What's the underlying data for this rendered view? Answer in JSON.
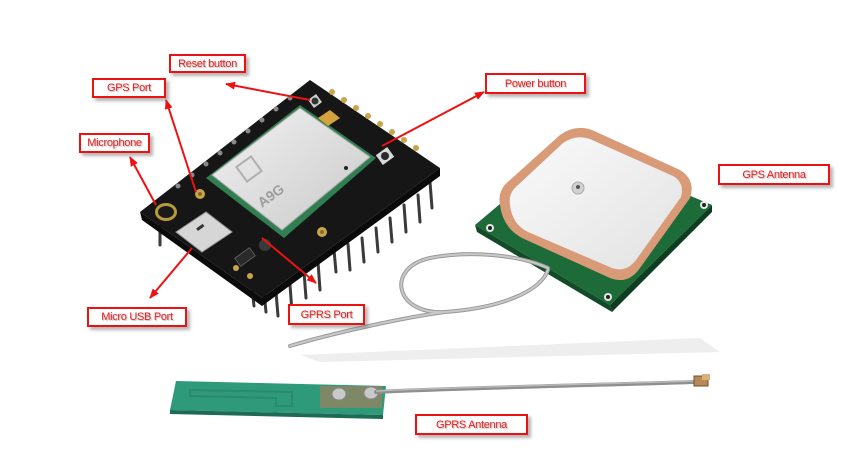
{
  "figure": {
    "subject": "A9G GPRS/GPS development board with antennas",
    "module_marking": "A9G",
    "accent_color": "#ee1111"
  },
  "labels": [
    {
      "id": "reset",
      "text": "Reset button"
    },
    {
      "id": "gps_port",
      "text": "GPS Port"
    },
    {
      "id": "microphone",
      "text": "Microphone"
    },
    {
      "id": "power",
      "text": "Power button"
    },
    {
      "id": "gps_antenna",
      "text": "GPS Antenna"
    },
    {
      "id": "micro_usb",
      "text": "Micro USB Port"
    },
    {
      "id": "gprs_port",
      "text": "GPRS Port"
    },
    {
      "id": "gprs_antenna",
      "text": "GPRS Antenna"
    }
  ]
}
